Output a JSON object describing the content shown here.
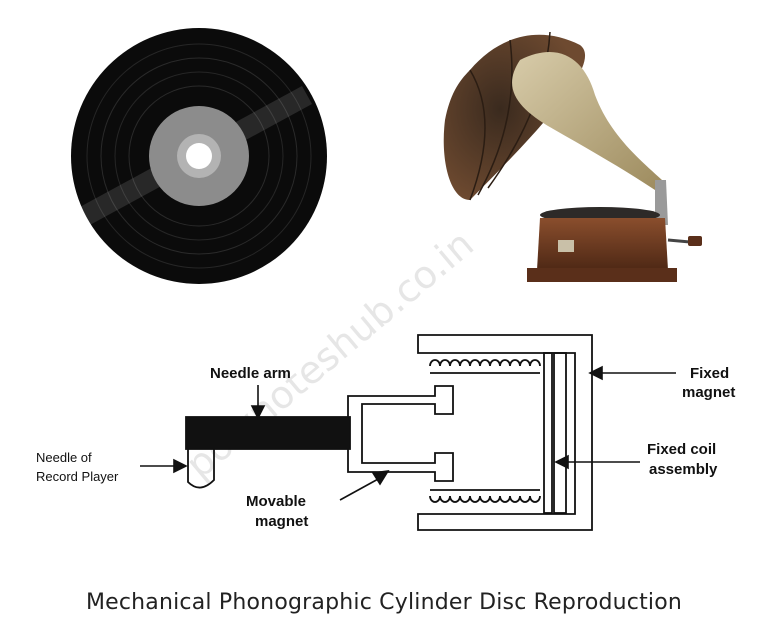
{
  "diagram": {
    "labels": {
      "needle_arm": "Needle arm",
      "fixed_magnet_line1": "Fixed",
      "fixed_magnet_line2": "magnet",
      "fixed_coil_line1": "Fixed coil",
      "fixed_coil_line2": "assembly",
      "movable_magnet_line1": "Movable",
      "movable_magnet_line2": "magnet",
      "needle_player_line1": "Needle of",
      "needle_player_line2": "Record Player"
    },
    "watermark": "polynoteshub.co.in"
  },
  "caption": "Mechanical Phonographic Cylinder Disc Reproduction",
  "colors": {
    "disc": "#0b0b0b",
    "disc_label": "#8c8c8c",
    "horn_brass": "#b9a878",
    "cabinet_wood": "#6b3a22"
  }
}
